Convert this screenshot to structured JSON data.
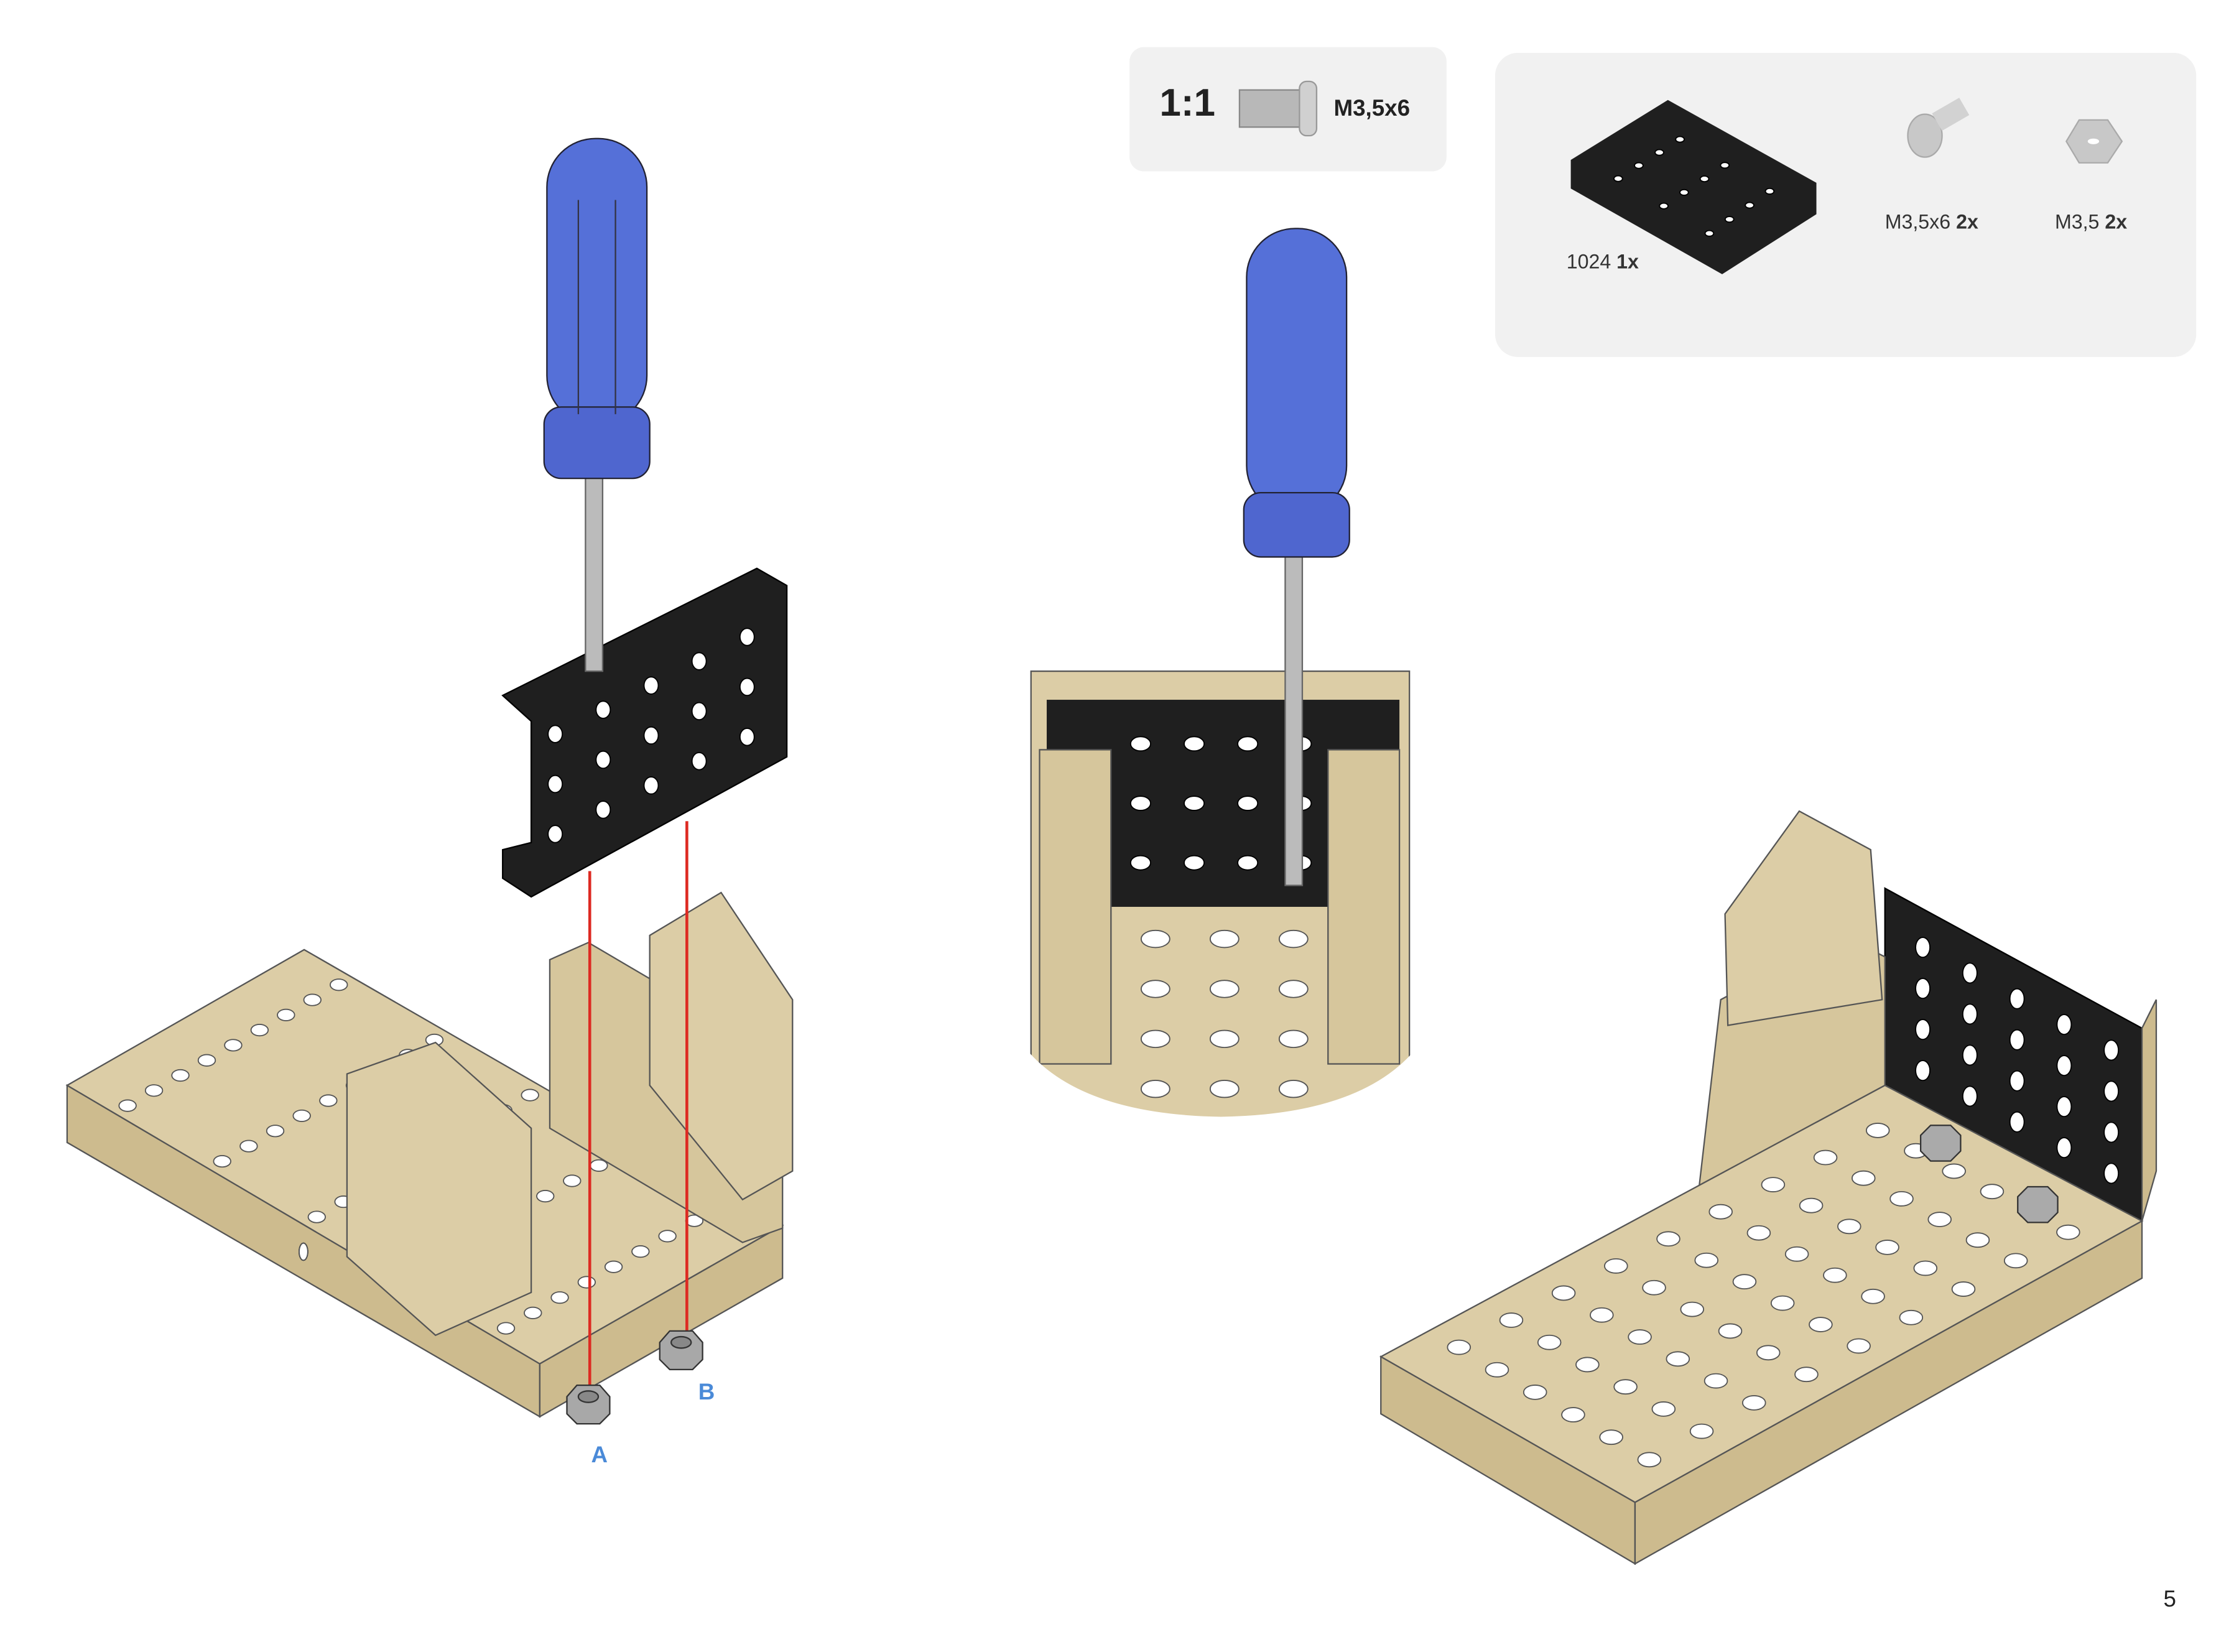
{
  "scale_callout": {
    "ratio": "1:1",
    "screw_label": "M3,5x6",
    "screw_icon": "screw-icon"
  },
  "parts_list": [
    {
      "id": "1024",
      "qty": "1x",
      "icon": "black-u-bracket-icon"
    },
    {
      "id": "M3,5x6",
      "qty": "2x",
      "icon": "screw-icon"
    },
    {
      "id": "M3,5",
      "qty": "2x",
      "icon": "hex-nut-icon"
    }
  ],
  "callouts": {
    "a": "A",
    "b": "B"
  },
  "page_number": "5",
  "colors": {
    "tan": "#d9c9a0",
    "blue": "#5570d8",
    "black": "#222222",
    "red": "#dd2a22",
    "label_blue": "#4a8ad8",
    "panel": "#f1f1f1"
  }
}
